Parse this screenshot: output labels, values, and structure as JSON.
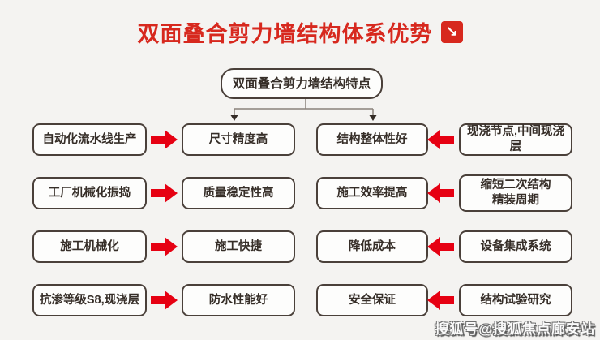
{
  "title": {
    "text": "双面叠合剪力墙结构体系优势",
    "icon_glyph": "↘",
    "color": "#d7281e"
  },
  "root_box": {
    "text": "双面叠合剪力墙结构特点"
  },
  "rows": [
    {
      "left": "自动化流水线生产",
      "mid_left": "尺寸精度高",
      "mid_right": "结构整体性好",
      "right": "现浇节点,中间现浇层"
    },
    {
      "left": "工厂机械化振捣",
      "mid_left": "质量稳定性高",
      "mid_right": "施工效率提高",
      "right": "缩短二次结构\n精装周期"
    },
    {
      "left": "施工机械化",
      "mid_left": "施工快捷",
      "mid_right": "降低成本",
      "right": "设备集成系统"
    },
    {
      "left": "抗渗等级S8,现浇层",
      "mid_left": "防水性能好",
      "mid_right": "安全保证",
      "right": "结构试验研究"
    }
  ],
  "watermark": {
    "text": "搜狐号@搜狐焦点廊安站"
  },
  "colors": {
    "background": "#f4f3f1",
    "arrow_red": "#e60012",
    "title_red": "#d7281e",
    "box_border": "#4a403a",
    "box_text": "#362e28",
    "connector_line": "#8a817b"
  }
}
